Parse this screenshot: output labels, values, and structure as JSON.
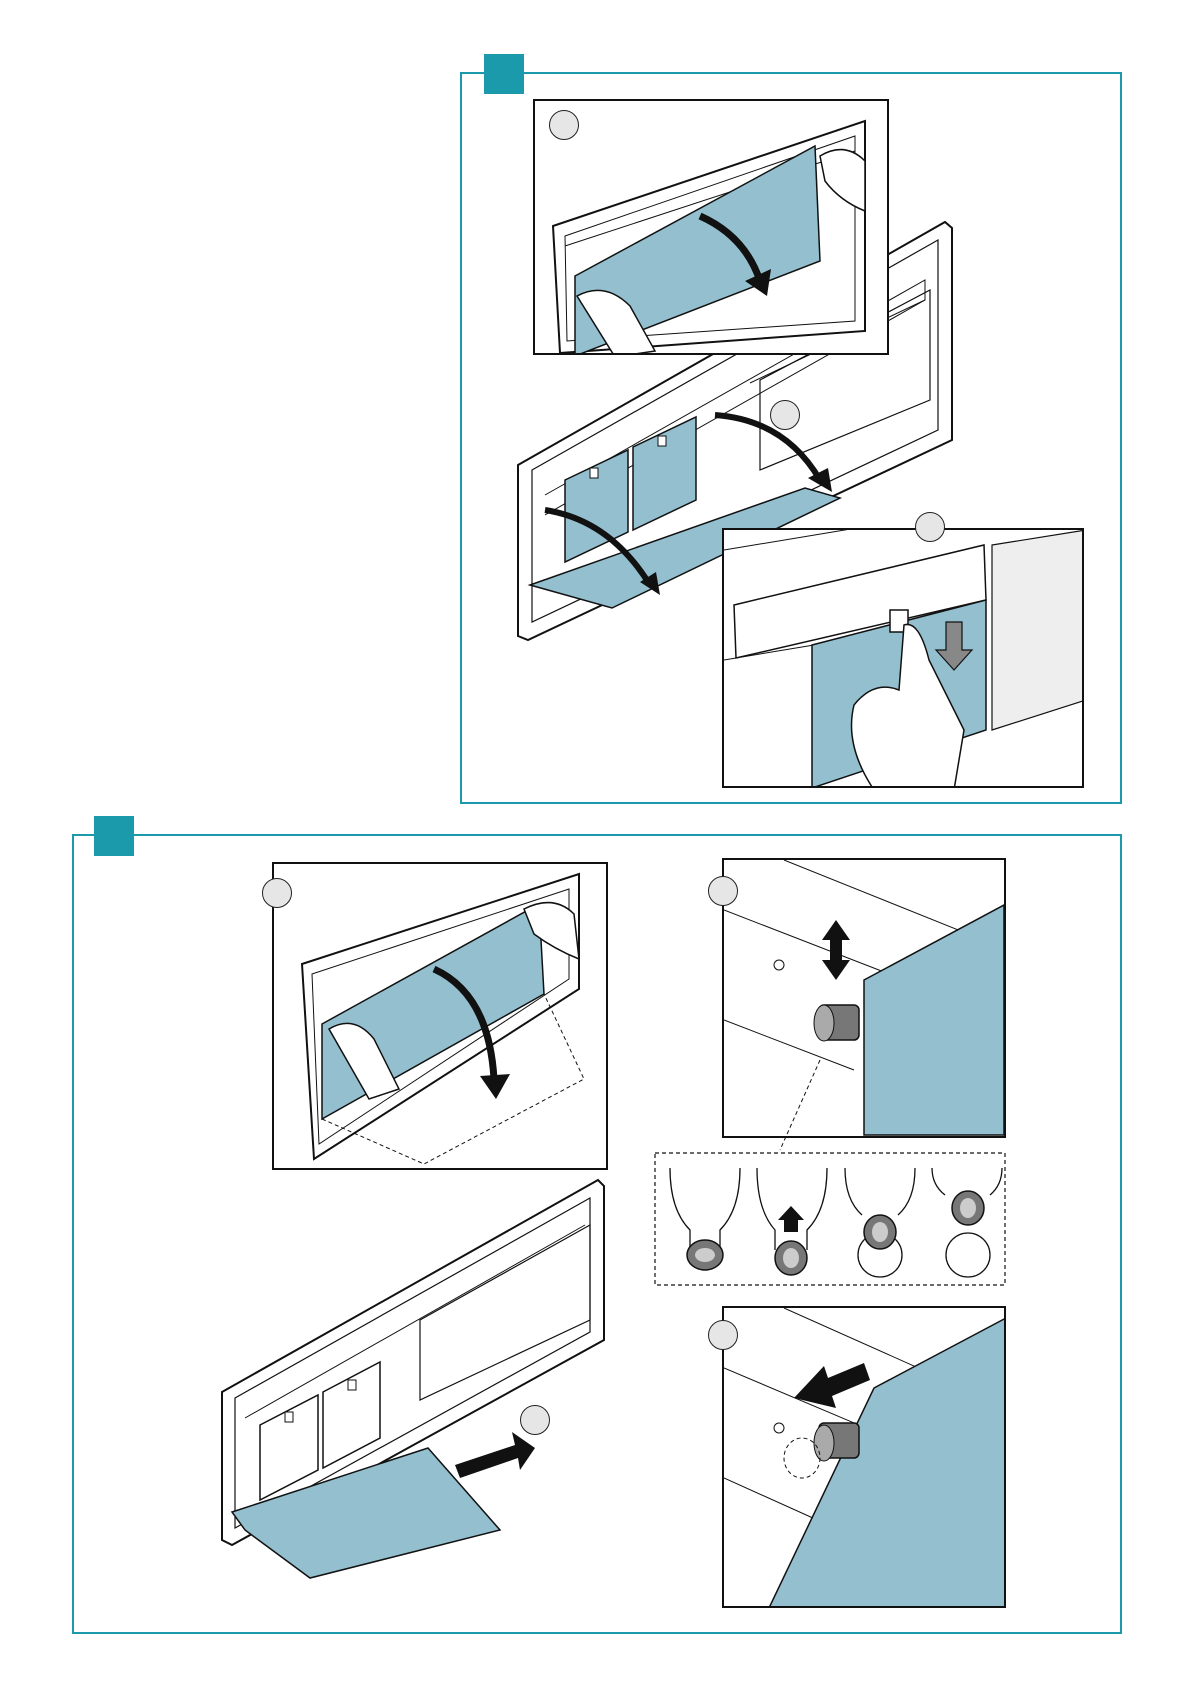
{
  "colors": {
    "panel_border": "#1a9aab",
    "panel_tag": "#1a9aab",
    "filter_blue": "#93bfcf",
    "outline": "#111111",
    "step_circle_fill": "#e6e6e6",
    "knob_dark": "#777777",
    "knob_light": "#aaaaaa"
  },
  "icons": {
    "step_marker": "circle-step-marker",
    "down_swing_arrow": "curved-arrow",
    "push_arrow": "straight-arrow",
    "hand": "hand-illustration"
  },
  "panels": [
    {
      "id": "panel-1",
      "steps": 3
    },
    {
      "id": "panel-2",
      "steps": 4,
      "latch_states": 4
    }
  ]
}
